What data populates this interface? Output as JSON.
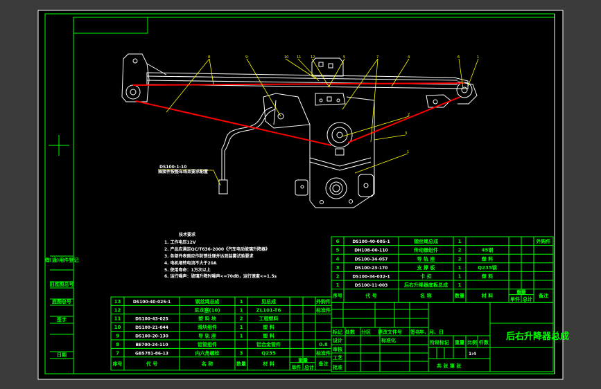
{
  "title": "后右升降器总成",
  "scale": "1:4",
  "tech_req": {
    "heading": "技术要求",
    "lines": [
      "1. 工作电压12V",
      "2. 产品应满足QC/T636-2000《汽车电动玻璃升降器》",
      "3. 各部件表面应作防锈处理并达到盐雾试验要求",
      "4. 电机堵转电流不大于20A",
      "5. 使用寿命：1万次以上",
      "6. 运行噪声：玻璃升降时噪声<=70dB，运行速度<=1.5s"
    ]
  },
  "connector_label": "DS100-1-10",
  "connector_note": "插接件按整车线束要求配置",
  "balloons": [
    "8",
    "9",
    "10",
    "11",
    "12",
    "5",
    "7",
    "4",
    "6",
    "1",
    "2",
    "3",
    "1"
  ],
  "upper_table": {
    "headers": [
      "序号",
      "代 号",
      "名 称",
      "数量",
      "材 料",
      "单件",
      "总计",
      "备注"
    ],
    "weight_header": "重量",
    "rows": [
      [
        "6",
        "DS100-40-005-1",
        "钢丝绳总成",
        "1",
        "",
        ""
      ],
      [
        "5",
        "DH108-00-110",
        "传动器组件",
        "2",
        "45钢",
        ""
      ],
      [
        "4",
        "DS100-34-057",
        "导 轨 座",
        "2",
        "塑 料",
        ""
      ],
      [
        "3",
        "DS100-23-170",
        "支 撑 板",
        "1",
        "Q235钢",
        ""
      ],
      [
        "2",
        "DS100-34-032-1",
        "卡 扣",
        "1",
        "塑 料",
        ""
      ],
      [
        "1",
        "DS100-11-003",
        "后右升降器底板总成",
        "1",
        "",
        ""
      ]
    ],
    "note_cell": "外购件"
  },
  "lower_table": {
    "headers": [
      "序号",
      "代 号",
      "名 称",
      "数量",
      "材 料",
      "单件",
      "总计",
      "备注"
    ],
    "weight_header": "重量",
    "rows": [
      [
        "13",
        "DS100-40-025-1",
        "钢丝绳总成",
        "1",
        "见总成",
        "外购件"
      ],
      [
        "12",
        "",
        "尼龙塞(10)",
        "1",
        "ZL101-T6",
        "标准件"
      ],
      [
        "11",
        "DS100-43-025",
        "塑 料 块",
        "2",
        "工程塑料",
        ""
      ],
      [
        "10",
        "DS100-21-044",
        "滑块组件",
        "1",
        "塑 料",
        ""
      ],
      [
        "9",
        "DS100-20-130",
        "导 轨 座",
        "1",
        "塑 料",
        ""
      ],
      [
        "8",
        "BE700-24-110",
        "铝管组件",
        "",
        "铝合金管件",
        "0.8"
      ],
      [
        "7",
        "GB5781-86-13",
        "内六角螺栓",
        "3",
        "Q235",
        "标准件"
      ]
    ]
  },
  "title_block": {
    "change_row": [
      "标记",
      "处数",
      "分区",
      "更改文件号",
      "签名",
      "年、月、日"
    ],
    "sign_rows": [
      "设计",
      "审核",
      "工艺",
      "批准"
    ],
    "std": "标准化",
    "stage_labels": [
      "阶段标记",
      "重量",
      "比例",
      "件数"
    ],
    "sheet": "共 张 第 张"
  },
  "side_strip": [
    "借(通)用件登记",
    "旧底图总号",
    "底图总号",
    "签字",
    "日期"
  ]
}
